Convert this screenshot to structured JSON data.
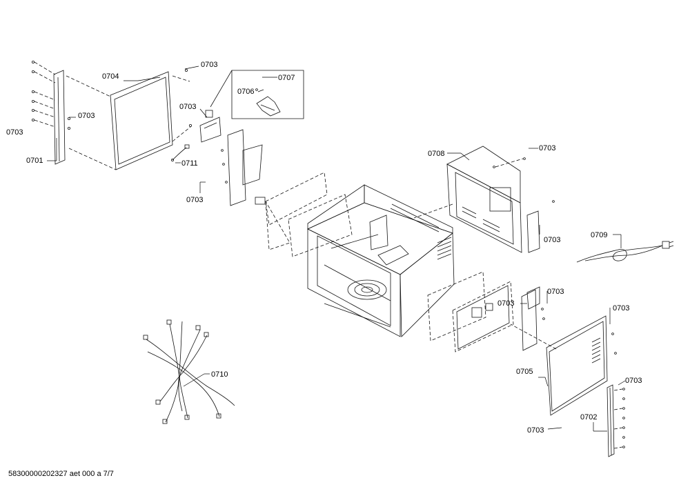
{
  "labels": {
    "p0701": "0701",
    "p0702": "0702",
    "p0703": "0703",
    "p0704": "0704",
    "p0705": "0705",
    "p0706": "0706",
    "p0707": "0707",
    "p0708": "0708",
    "p0709": "0709",
    "p0710": "0710",
    "p0711": "0711"
  },
  "footer": {
    "code": "58300000202327 aet 000 a 7/7"
  }
}
